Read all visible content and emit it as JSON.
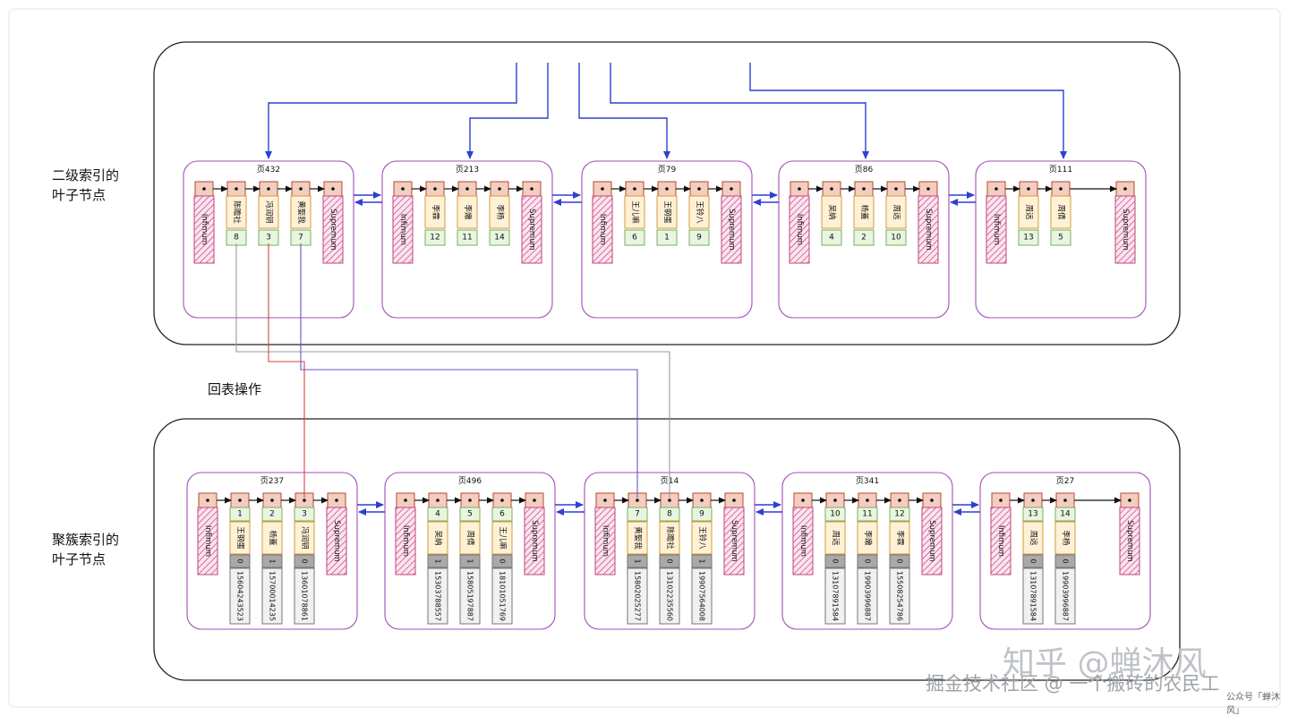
{
  "labels": {
    "secondary_line1": "二级索引的",
    "secondary_line2": "叶子节点",
    "lookup": "回表操作",
    "clustered_line1": "聚簇索引的",
    "clustered_line2": "叶子节点"
  },
  "watermark": {
    "zhihu": "知乎 @蝉沐风",
    "juejin": "掘金技术社区 @ 一个搬砖的农民工",
    "wechat": "公众号「蝉沐风」"
  },
  "record_terms": {
    "infimum": "Infimum",
    "supremum": "Supremum"
  },
  "secondary_pages": [
    {
      "title": "页432",
      "records": [
        {
          "name": "陈瞻社",
          "id": "8"
        },
        {
          "name": "冯润钥",
          "id": "3"
        },
        {
          "name": "黄娶我",
          "id": "7"
        }
      ]
    },
    {
      "title": "页213",
      "records": [
        {
          "name": "李霖",
          "id": "12"
        },
        {
          "name": "李嫩",
          "id": "11"
        },
        {
          "name": "李杨",
          "id": "14"
        }
      ]
    },
    {
      "title": "页79",
      "records": [
        {
          "name": "王儿嘛",
          "id": "6"
        },
        {
          "name": "王钢蛋",
          "id": "1"
        },
        {
          "name": "王铃八",
          "id": "9"
        }
      ]
    },
    {
      "title": "页86",
      "records": [
        {
          "name": "吴纳",
          "id": "4"
        },
        {
          "name": "杨蓋",
          "id": "2"
        },
        {
          "name": "周远",
          "id": "10"
        }
      ]
    },
    {
      "title": "页111",
      "records": [
        {
          "name": "周远",
          "id": "13"
        },
        {
          "name": "周倩",
          "id": "5"
        }
      ]
    }
  ],
  "clustered_pages": [
    {
      "title": "页237",
      "records": [
        {
          "id": "1",
          "name": "王钢蛋",
          "flag": "0",
          "phone": "15604243523"
        },
        {
          "id": "2",
          "name": "杨蓋",
          "flag": "1",
          "phone": "15700014235"
        },
        {
          "id": "3",
          "name": "冯润钥",
          "flag": "0",
          "phone": "13601078861"
        }
      ]
    },
    {
      "title": "页496",
      "records": [
        {
          "id": "4",
          "name": "吴纳",
          "flag": "1",
          "phone": "15303788557"
        },
        {
          "id": "5",
          "name": "周倩",
          "flag": "1",
          "phone": "15805197887"
        },
        {
          "id": "6",
          "name": "王儿嘛",
          "flag": "0",
          "phone": "18101051769"
        }
      ]
    },
    {
      "title": "页14",
      "records": [
        {
          "id": "7",
          "name": "黄娶我",
          "flag": "1",
          "phone": "15802025277"
        },
        {
          "id": "8",
          "name": "陈瞻社",
          "flag": "0",
          "phone": "13102235560"
        },
        {
          "id": "9",
          "name": "王铃八",
          "flag": "1",
          "phone": "19907564008"
        }
      ]
    },
    {
      "title": "页341",
      "records": [
        {
          "id": "10",
          "name": "周远",
          "flag": "0",
          "phone": "13107891584"
        },
        {
          "id": "11",
          "name": "李嫩",
          "flag": "0",
          "phone": "19903996887"
        },
        {
          "id": "12",
          "name": "李霖",
          "flag": "0",
          "phone": "15508254786"
        }
      ]
    },
    {
      "title": "页27",
      "records": [
        {
          "id": "13",
          "name": "周远",
          "flag": "0",
          "phone": "13107891584"
        },
        {
          "id": "14",
          "name": "李杨",
          "flag": "0",
          "phone": "19903996887"
        }
      ]
    }
  ],
  "colors": {
    "page_border": "#a24fb8",
    "pointer_fill": "#f3cdbf",
    "pointer_border": "#b5492e",
    "hatch": "#c0457a",
    "hatch_bg": "#fbe4ef",
    "name_fill": "#fff1d6",
    "name_border": "#d49b3c",
    "id_fill": "#e8f5e0",
    "id_border": "#7cae5c",
    "flag_fill": "#a9a9a9",
    "phone_fill": "#f1f1f1",
    "blue_arrow": "#2f3fcf",
    "red_line": "#d64545",
    "gray_line": "#9a9a9a",
    "purple_line": "#6a54c8"
  }
}
